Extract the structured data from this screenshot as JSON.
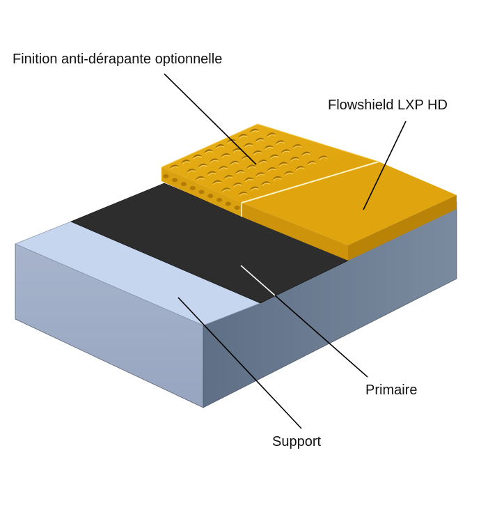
{
  "labels": {
    "finish": "Finition anti-dérapante optionnelle",
    "coating": "Flowshield LXP HD",
    "primer": "Primaire",
    "substrate": "Support"
  },
  "colors": {
    "substrate_top": "#c5d5ee",
    "substrate_left": "#9aa8c3",
    "substrate_right": "#6e7e93",
    "primer": "#2e2e2e",
    "coating_top": "#e2a60c",
    "coating_edge": "#c88e06",
    "texture": "#9a6a04"
  }
}
